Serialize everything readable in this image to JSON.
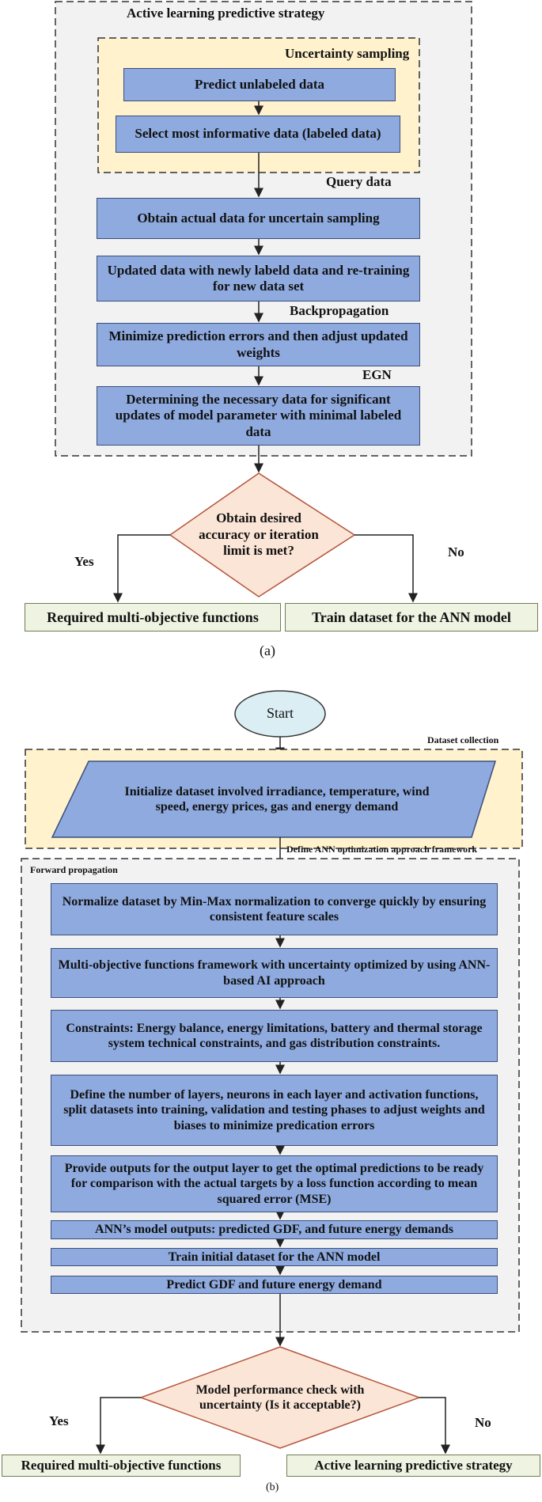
{
  "panel_a": {
    "title": "Active learning predictive strategy",
    "uncertainty_label": "Uncertainty sampling",
    "box_predict": "Predict unlabeled data",
    "box_select": "Select most informative data (labeled data)",
    "query_label": "Query data",
    "box_obtain": "Obtain actual data for uncertain sampling",
    "box_updated": "Updated data with newly labeld data and re-training for new data set",
    "backprop_label": "Backpropagation",
    "box_minimize": "Minimize prediction errors and then adjust updated weights",
    "egn_label": "EGN",
    "box_determining": "Determining the necessary data for significant updates of model parameter with minimal labeled data",
    "decision": "Obtain desired accuracy or iteration limit is met?",
    "yes": "Yes",
    "no": "No",
    "out_left": "Required multi-objective functions",
    "out_right": "Train dataset for the ANN model",
    "caption": "(a)"
  },
  "panel_b": {
    "start": "Start",
    "dataset_label": "Dataset collection",
    "init_dataset": "Initialize dataset involved irradiance, temperature, wind speed, energy prices, gas and energy demand",
    "define_label": "Define ANN optimization approach framework",
    "forward_label": "Forward propagation",
    "box_normalize": "Normalize dataset by Min-Max normalization to converge quickly by ensuring consistent feature scales",
    "box_multi": "Multi-objective functions framework with uncertainty optimized by using ANN-based AI approach",
    "box_constraints": "Constraints: Energy balance, energy limitations, battery and thermal storage system technical constraints, and gas distribution constraints.",
    "box_define": "Define the number of layers, neurons in each layer and activation functions, split datasets into training, validation and testing phases to adjust weights and biases to minimize predication errors",
    "box_provide": "Provide outputs for the output layer to get the optimal predictions to be ready for comparison with the actual targets by a loss function according to mean squared error (MSE)",
    "box_outputs": "ANN’s model outputs: predicted GDF, and future energy demands",
    "box_train": "Train initial  dataset for the ANN model",
    "box_predict": "Predict GDF and future energy demand",
    "decision": "Model performance check with uncertainty (Is it acceptable?)",
    "yes": "Yes",
    "no": "No",
    "out_left": "Required multi-objective functions",
    "out_right": "Active learning predictive strategy",
    "caption": "(b)"
  }
}
